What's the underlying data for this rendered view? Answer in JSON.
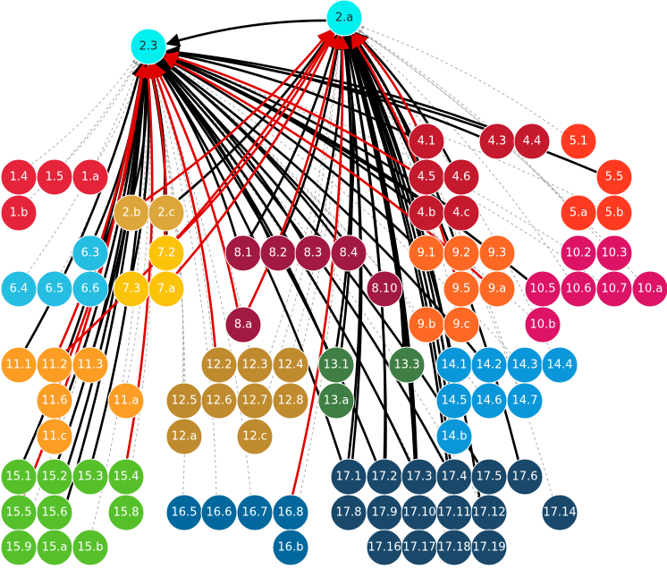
{
  "diagram": {
    "colors": {
      "cyan": "#00f0f0",
      "red": "#e5243b",
      "goldenrod": "#dda63a",
      "yellow": "#fcc30b",
      "skyblue": "#26bde2",
      "crimson": "#a21942",
      "orange": "#fd6925",
      "magenta": "#dd1367",
      "amber": "#fd9d24",
      "bronze": "#bf8b2e",
      "green": "#3f7e44",
      "blue": "#0a97d9",
      "lime": "#56c02b",
      "teal": "#00689d",
      "navy": "#19486a",
      "darkred": "#c5192d",
      "redorange": "#ff3a21",
      "edge_black": "#000000",
      "edge_red": "#e00000",
      "edge_gray": "#999999"
    },
    "nodes": [
      {
        "id": "2.a",
        "color": "cyan",
        "dark": true
      },
      {
        "id": "2.3",
        "color": "cyan",
        "dark": true
      },
      {
        "id": "1.4",
        "color": "red"
      },
      {
        "id": "1.5",
        "color": "red"
      },
      {
        "id": "1.a",
        "color": "red"
      },
      {
        "id": "1.b",
        "color": "red"
      },
      {
        "id": "2.b",
        "color": "goldenrod"
      },
      {
        "id": "2.c",
        "color": "goldenrod"
      },
      {
        "id": "7.2",
        "color": "yellow"
      },
      {
        "id": "7.3",
        "color": "yellow"
      },
      {
        "id": "7.a",
        "color": "yellow"
      },
      {
        "id": "6.3",
        "color": "skyblue"
      },
      {
        "id": "6.4",
        "color": "skyblue"
      },
      {
        "id": "6.5",
        "color": "skyblue"
      },
      {
        "id": "6.6",
        "color": "skyblue"
      },
      {
        "id": "8.1",
        "color": "crimson"
      },
      {
        "id": "8.2",
        "color": "crimson"
      },
      {
        "id": "8.3",
        "color": "crimson"
      },
      {
        "id": "8.4",
        "color": "crimson"
      },
      {
        "id": "8.10",
        "color": "crimson"
      },
      {
        "id": "8.a",
        "color": "crimson"
      },
      {
        "id": "4.1",
        "color": "darkred"
      },
      {
        "id": "4.3",
        "color": "darkred"
      },
      {
        "id": "4.4",
        "color": "darkred"
      },
      {
        "id": "4.5",
        "color": "darkred"
      },
      {
        "id": "4.6",
        "color": "darkred"
      },
      {
        "id": "4.b",
        "color": "darkred"
      },
      {
        "id": "4.c",
        "color": "darkred"
      },
      {
        "id": "5.1",
        "color": "redorange"
      },
      {
        "id": "5.5",
        "color": "redorange"
      },
      {
        "id": "5.a",
        "color": "redorange"
      },
      {
        "id": "5.b",
        "color": "redorange"
      },
      {
        "id": "9.1",
        "color": "orange"
      },
      {
        "id": "9.2",
        "color": "orange"
      },
      {
        "id": "9.3",
        "color": "orange"
      },
      {
        "id": "9.5",
        "color": "orange"
      },
      {
        "id": "9.a",
        "color": "orange"
      },
      {
        "id": "9.b",
        "color": "orange"
      },
      {
        "id": "9.c",
        "color": "orange"
      },
      {
        "id": "10.2",
        "color": "magenta"
      },
      {
        "id": "10.3",
        "color": "magenta"
      },
      {
        "id": "10.5",
        "color": "magenta"
      },
      {
        "id": "10.6",
        "color": "magenta"
      },
      {
        "id": "10.7",
        "color": "magenta"
      },
      {
        "id": "10.a",
        "color": "magenta"
      },
      {
        "id": "10.b",
        "color": "magenta"
      },
      {
        "id": "11.1",
        "color": "amber"
      },
      {
        "id": "11.2",
        "color": "amber"
      },
      {
        "id": "11.3",
        "color": "amber"
      },
      {
        "id": "11.6",
        "color": "amber"
      },
      {
        "id": "11.a",
        "color": "amber"
      },
      {
        "id": "11.c",
        "color": "amber"
      },
      {
        "id": "12.2",
        "color": "bronze"
      },
      {
        "id": "12.3",
        "color": "bronze"
      },
      {
        "id": "12.4",
        "color": "bronze"
      },
      {
        "id": "12.5",
        "color": "bronze"
      },
      {
        "id": "12.6",
        "color": "bronze"
      },
      {
        "id": "12.7",
        "color": "bronze"
      },
      {
        "id": "12.8",
        "color": "bronze"
      },
      {
        "id": "12.a",
        "color": "bronze"
      },
      {
        "id": "12.c",
        "color": "bronze"
      },
      {
        "id": "13.1",
        "color": "green"
      },
      {
        "id": "13.3",
        "color": "green"
      },
      {
        "id": "13.a",
        "color": "green"
      },
      {
        "id": "14.1",
        "color": "blue"
      },
      {
        "id": "14.2",
        "color": "blue"
      },
      {
        "id": "14.3",
        "color": "blue"
      },
      {
        "id": "14.4",
        "color": "blue"
      },
      {
        "id": "14.5",
        "color": "blue"
      },
      {
        "id": "14.6",
        "color": "blue"
      },
      {
        "id": "14.7",
        "color": "blue"
      },
      {
        "id": "14.b",
        "color": "blue"
      },
      {
        "id": "15.1",
        "color": "lime"
      },
      {
        "id": "15.2",
        "color": "lime"
      },
      {
        "id": "15.3",
        "color": "lime"
      },
      {
        "id": "15.4",
        "color": "lime"
      },
      {
        "id": "15.5",
        "color": "lime"
      },
      {
        "id": "15.6",
        "color": "lime"
      },
      {
        "id": "15.8",
        "color": "lime"
      },
      {
        "id": "15.9",
        "color": "lime"
      },
      {
        "id": "15.a",
        "color": "lime"
      },
      {
        "id": "15.b",
        "color": "lime"
      },
      {
        "id": "16.5",
        "color": "teal"
      },
      {
        "id": "16.6",
        "color": "teal"
      },
      {
        "id": "16.7",
        "color": "teal"
      },
      {
        "id": "16.8",
        "color": "teal"
      },
      {
        "id": "16.b",
        "color": "teal"
      },
      {
        "id": "17.1",
        "color": "navy"
      },
      {
        "id": "17.2",
        "color": "navy"
      },
      {
        "id": "17.3",
        "color": "navy"
      },
      {
        "id": "17.4",
        "color": "navy"
      },
      {
        "id": "17.5",
        "color": "navy"
      },
      {
        "id": "17.6",
        "color": "navy"
      },
      {
        "id": "17.8",
        "color": "navy"
      },
      {
        "id": "17.9",
        "color": "navy"
      },
      {
        "id": "17.10",
        "color": "navy"
      },
      {
        "id": "17.11",
        "color": "navy"
      },
      {
        "id": "17.12",
        "color": "navy"
      },
      {
        "id": "17.14",
        "color": "navy"
      },
      {
        "id": "17.16",
        "color": "navy"
      },
      {
        "id": "17.17",
        "color": "navy"
      },
      {
        "id": "17.18",
        "color": "navy"
      },
      {
        "id": "17.19",
        "color": "navy"
      }
    ],
    "edges": [
      {
        "from": "2.a",
        "to": "2.3",
        "style": "black"
      },
      {
        "from": "1.4",
        "to": "2.3",
        "style": "gray"
      },
      {
        "from": "1.5",
        "to": "2.3",
        "style": "gray"
      },
      {
        "from": "1.a",
        "to": "2.3",
        "style": "gray"
      },
      {
        "from": "1.b",
        "to": "2.3",
        "style": "gray"
      },
      {
        "from": "2.b",
        "to": "2.3",
        "style": "black"
      },
      {
        "from": "2.c",
        "to": "2.3",
        "style": "black"
      },
      {
        "from": "2.b",
        "to": "2.a",
        "style": "red"
      },
      {
        "from": "2.c",
        "to": "2.a",
        "style": "black"
      },
      {
        "from": "7.2",
        "to": "2.3",
        "style": "red"
      },
      {
        "from": "7.3",
        "to": "2.3",
        "style": "black"
      },
      {
        "from": "7.a",
        "to": "2.3",
        "style": "black"
      },
      {
        "from": "7.2",
        "to": "2.a",
        "style": "red"
      },
      {
        "from": "7.a",
        "to": "2.a",
        "style": "red"
      },
      {
        "from": "6.3",
        "to": "2.3",
        "style": "black"
      },
      {
        "from": "6.4",
        "to": "2.3",
        "style": "gray"
      },
      {
        "from": "6.5",
        "to": "2.3",
        "style": "gray"
      },
      {
        "from": "6.6",
        "to": "2.3",
        "style": "black"
      },
      {
        "from": "8.1",
        "to": "2.3",
        "style": "black"
      },
      {
        "from": "8.2",
        "to": "2.3",
        "style": "black"
      },
      {
        "from": "8.3",
        "to": "2.3",
        "style": "black"
      },
      {
        "from": "8.4",
        "to": "2.3",
        "style": "black"
      },
      {
        "from": "8.10",
        "to": "2.3",
        "style": "black"
      },
      {
        "from": "8.a",
        "to": "2.3",
        "style": "red"
      },
      {
        "from": "8.1",
        "to": "2.a",
        "style": "black"
      },
      {
        "from": "8.2",
        "to": "2.a",
        "style": "black"
      },
      {
        "from": "8.3",
        "to": "2.a",
        "style": "black"
      },
      {
        "from": "8.4",
        "to": "2.a",
        "style": "black"
      },
      {
        "from": "8.a",
        "to": "2.a",
        "style": "red"
      },
      {
        "from": "4.1",
        "to": "2.a",
        "style": "red"
      },
      {
        "from": "4.3",
        "to": "2.3",
        "style": "black"
      },
      {
        "from": "4.4",
        "to": "2.3",
        "style": "black"
      },
      {
        "from": "4.5",
        "to": "2.a",
        "style": "black"
      },
      {
        "from": "4.6",
        "to": "2.a",
        "style": "black"
      },
      {
        "from": "4.b",
        "to": "2.3",
        "style": "black"
      },
      {
        "from": "4.c",
        "to": "2.3",
        "style": "black"
      },
      {
        "from": "4.5",
        "to": "2.3",
        "style": "red"
      },
      {
        "from": "4.1",
        "to": "2.3",
        "style": "black"
      },
      {
        "from": "5.1",
        "to": "2.a",
        "style": "gray"
      },
      {
        "from": "5.5",
        "to": "2.3",
        "style": "black"
      },
      {
        "from": "5.a",
        "to": "2.a",
        "style": "gray"
      },
      {
        "from": "5.b",
        "to": "2.3",
        "style": "gray"
      },
      {
        "from": "9.1",
        "to": "2.a",
        "style": "black"
      },
      {
        "from": "9.2",
        "to": "2.a",
        "style": "black"
      },
      {
        "from": "9.3",
        "to": "2.3",
        "style": "black"
      },
      {
        "from": "9.5",
        "to": "2.a",
        "style": "red"
      },
      {
        "from": "9.a",
        "to": "2.3",
        "style": "red"
      },
      {
        "from": "9.b",
        "to": "2.3",
        "style": "gray"
      },
      {
        "from": "9.c",
        "to": "2.a",
        "style": "gray"
      },
      {
        "from": "9.1",
        "to": "2.3",
        "style": "black"
      },
      {
        "from": "10.2",
        "to": "2.3",
        "style": "gray"
      },
      {
        "from": "10.3",
        "to": "2.a",
        "style": "gray"
      },
      {
        "from": "10.5",
        "to": "2.3",
        "style": "black"
      },
      {
        "from": "10.6",
        "to": "2.a",
        "style": "gray"
      },
      {
        "from": "10.7",
        "to": "2.3",
        "style": "gray"
      },
      {
        "from": "10.a",
        "to": "2.a",
        "style": "gray"
      },
      {
        "from": "10.b",
        "to": "2.3",
        "style": "gray"
      },
      {
        "from": "11.1",
        "to": "2.3",
        "style": "black"
      },
      {
        "from": "11.2",
        "to": "2.3",
        "style": "red"
      },
      {
        "from": "11.3",
        "to": "2.3",
        "style": "black"
      },
      {
        "from": "11.6",
        "to": "2.3",
        "style": "red"
      },
      {
        "from": "11.a",
        "to": "2.3",
        "style": "gray"
      },
      {
        "from": "11.c",
        "to": "2.3",
        "style": "black"
      },
      {
        "from": "11.2",
        "to": "2.a",
        "style": "red"
      },
      {
        "from": "12.2",
        "to": "2.3",
        "style": "red"
      },
      {
        "from": "12.3",
        "to": "2.3",
        "style": "gray"
      },
      {
        "from": "12.4",
        "to": "2.a",
        "style": "gray"
      },
      {
        "from": "12.5",
        "to": "2.3",
        "style": "gray"
      },
      {
        "from": "12.6",
        "to": "2.3",
        "style": "gray"
      },
      {
        "from": "12.7",
        "to": "2.a",
        "style": "gray"
      },
      {
        "from": "12.8",
        "to": "2.a",
        "style": "gray"
      },
      {
        "from": "12.a",
        "to": "2.3",
        "style": "gray"
      },
      {
        "from": "12.c",
        "to": "2.a",
        "style": "gray"
      },
      {
        "from": "13.1",
        "to": "2.3",
        "style": "black"
      },
      {
        "from": "13.3",
        "to": "2.a",
        "style": "black"
      },
      {
        "from": "13.a",
        "to": "2.a",
        "style": "black"
      },
      {
        "from": "13.1",
        "to": "2.a",
        "style": "black"
      },
      {
        "from": "14.1",
        "to": "2.a",
        "style": "black"
      },
      {
        "from": "14.2",
        "to": "2.3",
        "style": "black"
      },
      {
        "from": "14.3",
        "to": "2.3",
        "style": "gray"
      },
      {
        "from": "14.4",
        "to": "2.a",
        "style": "gray"
      },
      {
        "from": "14.5",
        "to": "2.a",
        "style": "black"
      },
      {
        "from": "14.6",
        "to": "2.3",
        "style": "gray"
      },
      {
        "from": "14.7",
        "to": "2.a",
        "style": "gray"
      },
      {
        "from": "14.b",
        "to": "2.a",
        "style": "black"
      },
      {
        "from": "15.1",
        "to": "2.3",
        "style": "black"
      },
      {
        "from": "15.2",
        "to": "2.3",
        "style": "black"
      },
      {
        "from": "15.3",
        "to": "2.3",
        "style": "black"
      },
      {
        "from": "15.4",
        "to": "2.3",
        "style": "red"
      },
      {
        "from": "15.5",
        "to": "2.3",
        "style": "red"
      },
      {
        "from": "15.6",
        "to": "2.3",
        "style": "black"
      },
      {
        "from": "15.8",
        "to": "2.3",
        "style": "gray"
      },
      {
        "from": "15.9",
        "to": "2.3",
        "style": "gray"
      },
      {
        "from": "15.a",
        "to": "2.3",
        "style": "black"
      },
      {
        "from": "15.b",
        "to": "2.3",
        "style": "gray"
      },
      {
        "from": "16.5",
        "to": "2.3",
        "style": "gray"
      },
      {
        "from": "16.6",
        "to": "2.3",
        "style": "gray"
      },
      {
        "from": "16.7",
        "to": "2.3",
        "style": "gray"
      },
      {
        "from": "16.8",
        "to": "2.a",
        "style": "red"
      },
      {
        "from": "16.b",
        "to": "2.a",
        "style": "gray"
      },
      {
        "from": "17.1",
        "to": "2.3",
        "style": "black"
      },
      {
        "from": "17.2",
        "to": "2.3",
        "style": "black"
      },
      {
        "from": "17.3",
        "to": "2.a",
        "style": "black"
      },
      {
        "from": "17.4",
        "to": "2.a",
        "style": "black"
      },
      {
        "from": "17.5",
        "to": "2.3",
        "style": "black"
      },
      {
        "from": "17.6",
        "to": "2.a",
        "style": "black"
      },
      {
        "from": "17.8",
        "to": "2.a",
        "style": "black"
      },
      {
        "from": "17.9",
        "to": "2.a",
        "style": "black"
      },
      {
        "from": "17.10",
        "to": "2.a",
        "style": "black"
      },
      {
        "from": "17.11",
        "to": "2.a",
        "style": "black"
      },
      {
        "from": "17.12",
        "to": "2.3",
        "style": "gray"
      },
      {
        "from": "17.14",
        "to": "2.a",
        "style": "gray"
      },
      {
        "from": "17.16",
        "to": "2.a",
        "style": "black"
      },
      {
        "from": "17.17",
        "to": "2.a",
        "style": "black"
      },
      {
        "from": "17.18",
        "to": "2.3",
        "style": "gray"
      },
      {
        "from": "17.19",
        "to": "2.a",
        "style": "black"
      },
      {
        "from": "17.1",
        "to": "2.a",
        "style": "black"
      },
      {
        "from": "17.3",
        "to": "2.3",
        "style": "black"
      },
      {
        "from": "17.4",
        "to": "2.3",
        "style": "black"
      }
    ]
  }
}
